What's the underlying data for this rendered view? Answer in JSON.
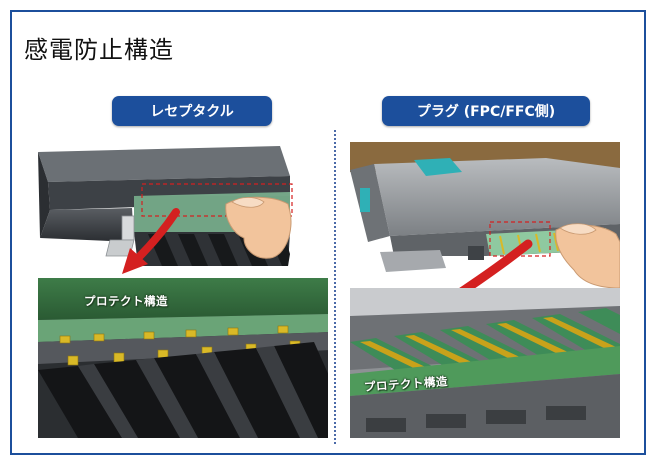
{
  "title": "感電防止構造",
  "panels": [
    {
      "label": "レセプタクル",
      "zoom_label": "プロテクト構造"
    },
    {
      "label": "プラグ (FPC/FFC側)",
      "zoom_label": "プロテクト構造"
    }
  ],
  "colors": {
    "frame_border": "#1c4f9c",
    "label_background": "#1c4f9c",
    "label_text": "#ffffff",
    "arrow": "#d42020",
    "contact_gold": "#c9a21a",
    "protect_green": "#4f9a5b",
    "plug_accent_cyan": "#2fb0b6"
  }
}
